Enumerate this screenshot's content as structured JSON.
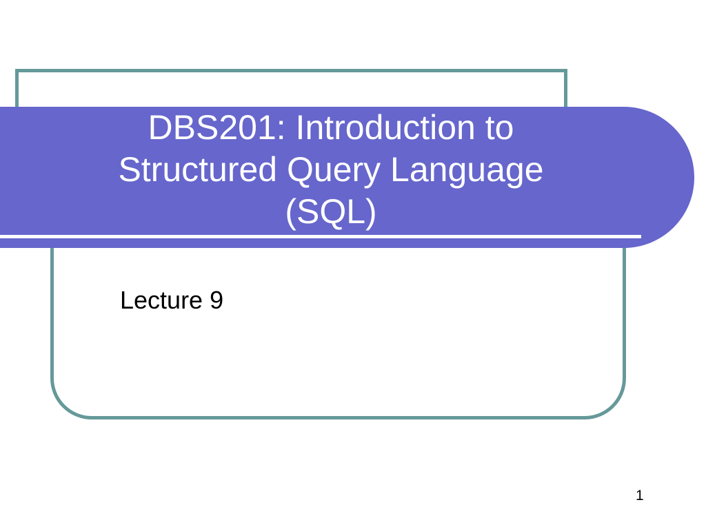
{
  "slide": {
    "title_lines": [
      "DBS201: Introduction to",
      "Structured Query Language",
      "(SQL)"
    ],
    "subtitle": "Lecture 9",
    "page_number": "1"
  },
  "colors": {
    "banner": "#6666cc",
    "frame": "#669999",
    "title_text": "#ffffff",
    "body_text": "#000000",
    "background": "#ffffff"
  }
}
